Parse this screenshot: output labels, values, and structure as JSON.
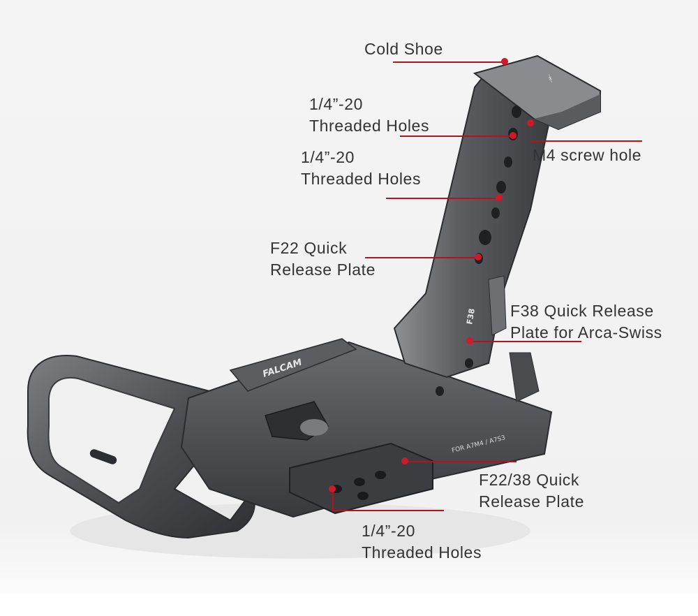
{
  "colors": {
    "background": "#f2f2f2",
    "leader_line": "#b3121e",
    "marker_dot": "#d0192a",
    "metal_dark": "#3a3b3e",
    "metal_mid": "#5a5b5f",
    "metal_light": "#8b8c90",
    "label_text": "#333333"
  },
  "product": {
    "brand_mark": "FALCAM",
    "model_engraving": "FOR A7M4 / A7S3",
    "side_engraving": "F38"
  },
  "callouts": [
    {
      "id": "cold-shoe",
      "lines": [
        "Cold Shoe"
      ]
    },
    {
      "id": "threaded-holes-top",
      "lines": [
        "1/4”-20",
        "Threaded Holes"
      ]
    },
    {
      "id": "m4-screw-hole",
      "lines": [
        "M4 screw hole"
      ]
    },
    {
      "id": "threaded-holes-mid",
      "lines": [
        "1/4”-20",
        "Threaded Holes"
      ]
    },
    {
      "id": "f22-quick-release",
      "lines": [
        "F22 Quick",
        "Release Plate"
      ]
    },
    {
      "id": "f38-arca-swiss",
      "lines": [
        "F38 Quick Release",
        "Plate for Arca-Swiss"
      ]
    },
    {
      "id": "f22-38-quick-release",
      "lines": [
        "F22/38 Quick",
        "Release Plate"
      ]
    },
    {
      "id": "threaded-holes-bottom",
      "lines": [
        "1/4”-20",
        "Threaded Holes"
      ]
    }
  ]
}
